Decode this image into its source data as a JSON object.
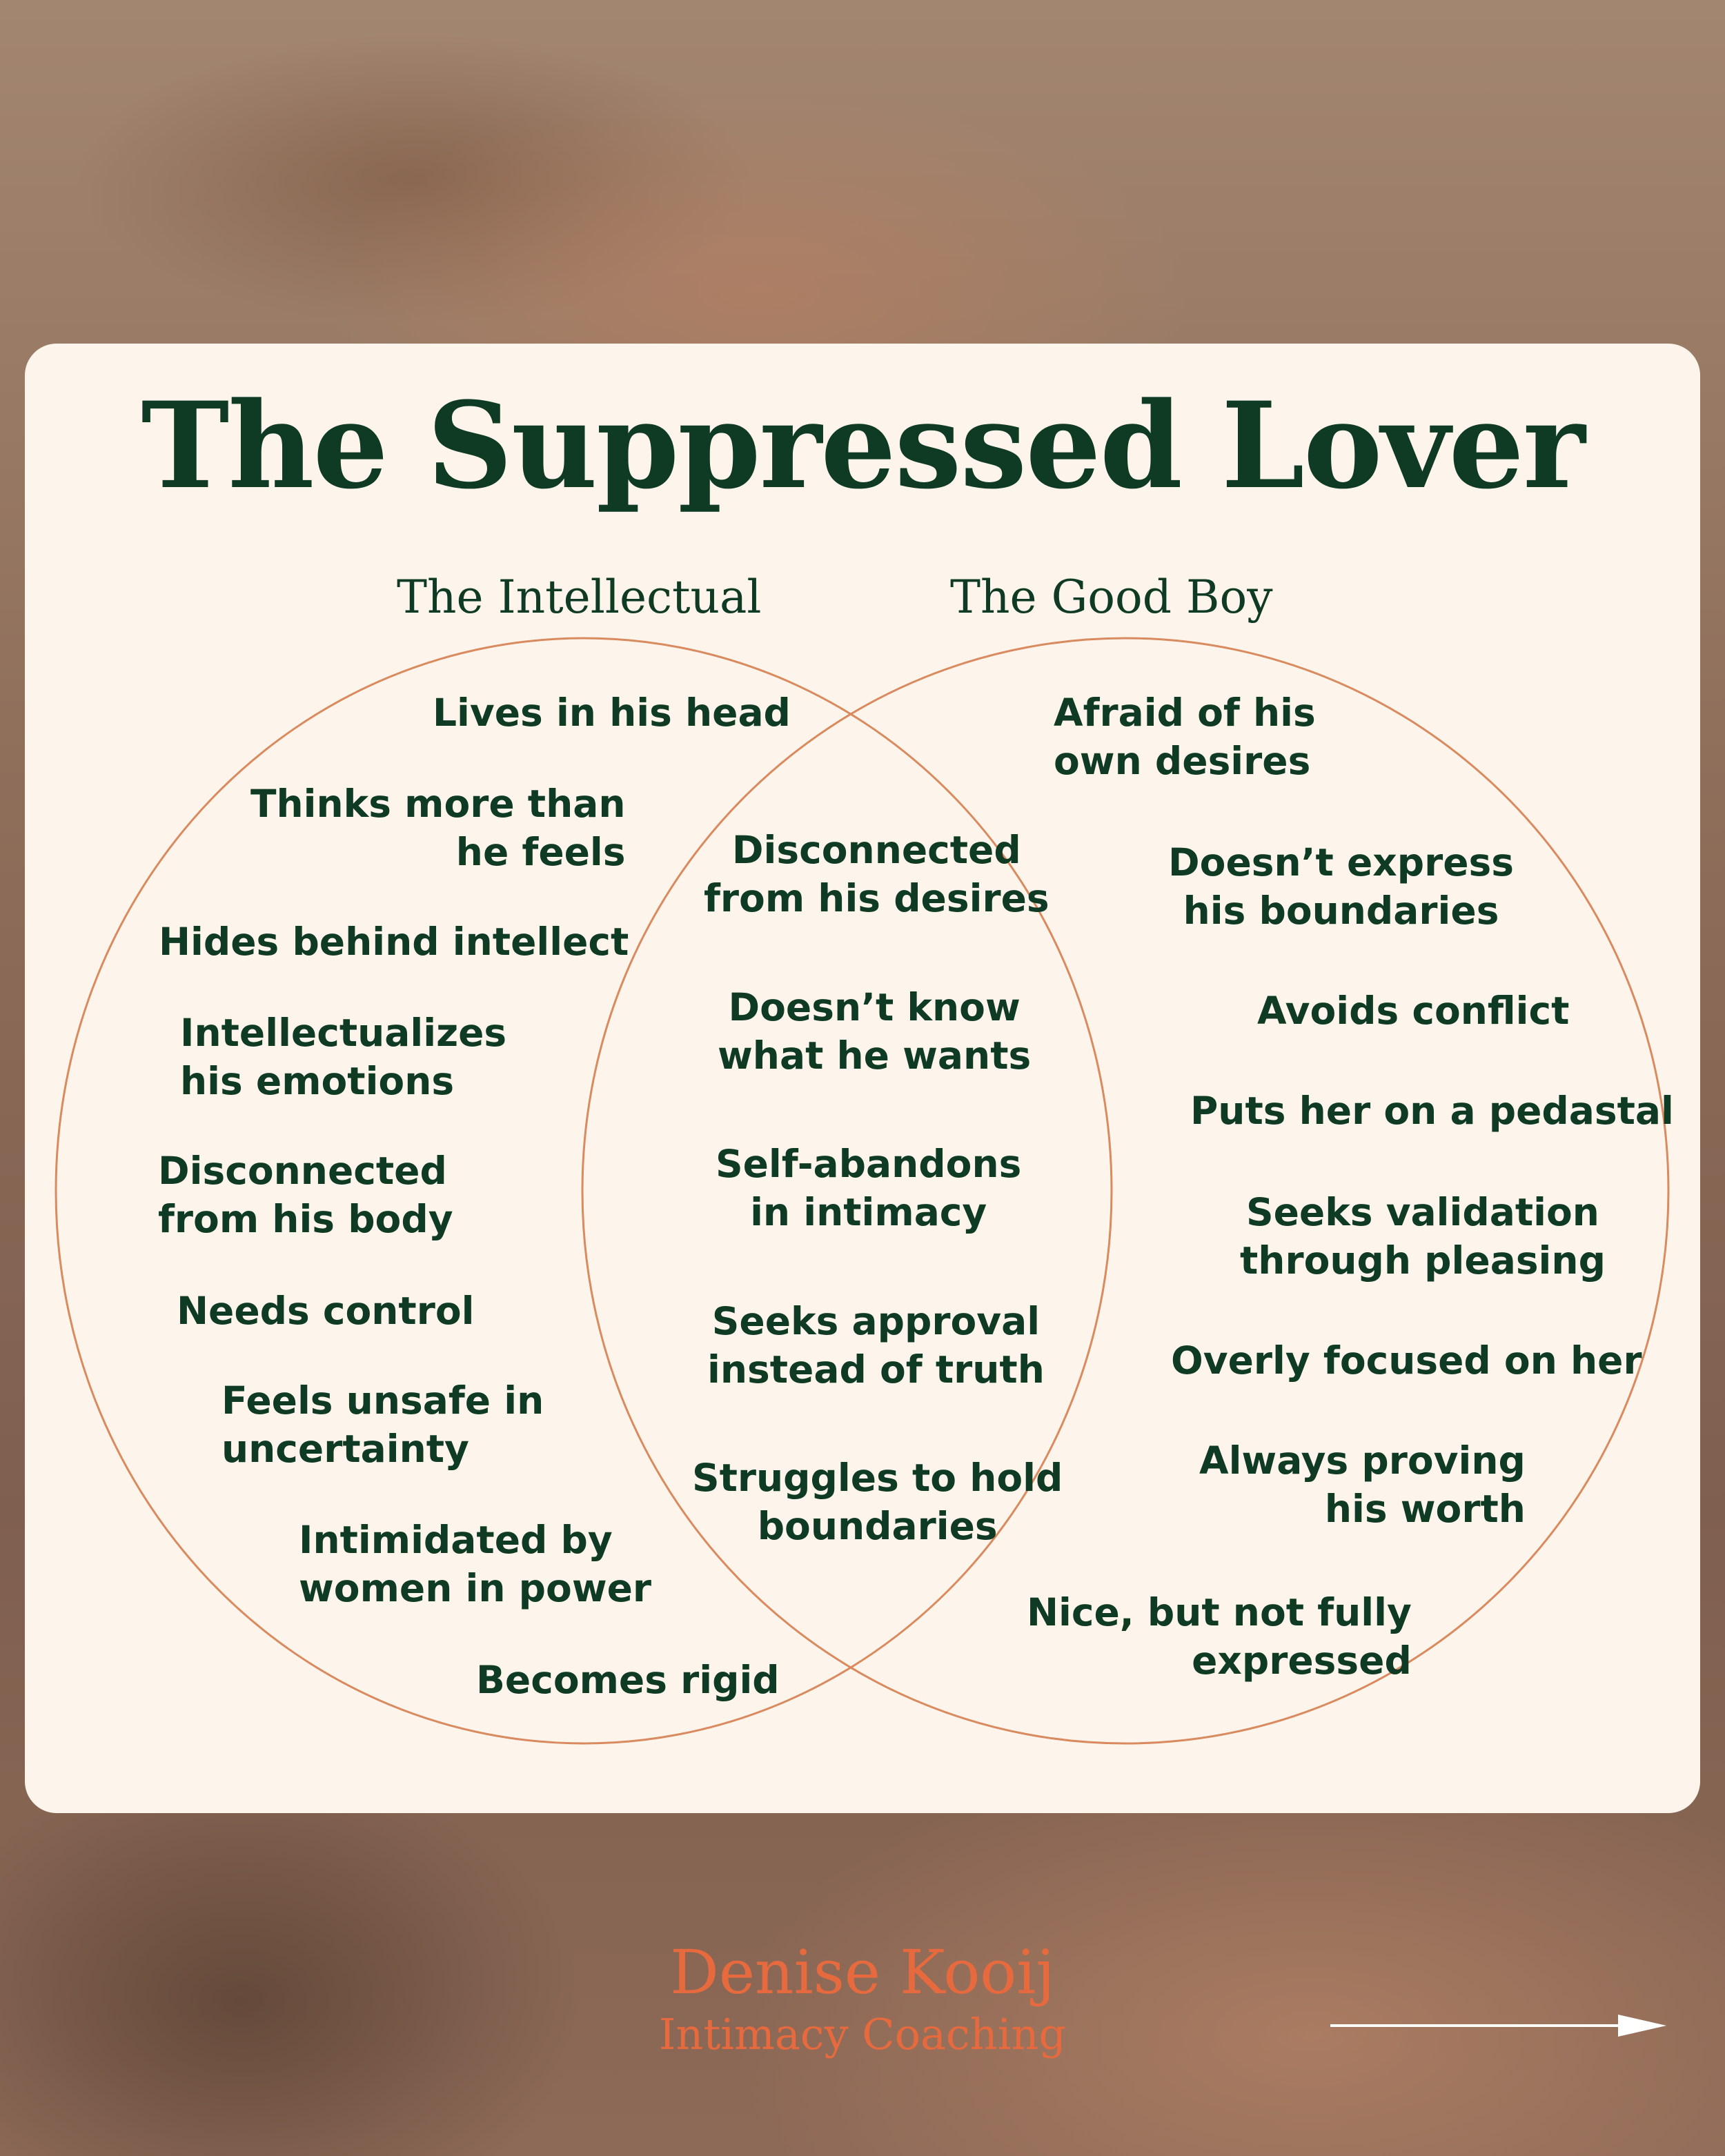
{
  "title": "The Suppressed Lover",
  "sets": {
    "left": {
      "title": "The Intellectual"
    },
    "right": {
      "title": "The Good Boy"
    }
  },
  "left_items": [
    "Lives in his head",
    "Thinks more than\nhe feels",
    "Hides behind intellect",
    "Intellectualizes\nhis emotions",
    "Disconnected\nfrom his body",
    "Needs control",
    "Feels unsafe in\nuncertainty",
    "Intimidated by\nwomen in power",
    "Becomes rigid"
  ],
  "center_items": [
    "Disconnected\nfrom his desires",
    "Doesn’t know\nwhat he wants",
    "Self-abandons\nin intimacy",
    "Seeks approval\ninstead of truth",
    "Struggles to hold\nboundaries"
  ],
  "right_items": [
    "Afraid of his\nown desires",
    "Doesn’t express\nhis boundaries",
    "Avoids conflict",
    "Puts her on a pedastal",
    "Seeks validation\nthrough pleasing",
    "Overly focused on her",
    "Always proving\nhis worth",
    "Nice, but not fully\nexpressed"
  ],
  "brand": {
    "name": "Denise Kooij",
    "subtitle": "Intimacy Coaching"
  },
  "colors": {
    "heading": "#0f3a24",
    "circle_stroke": "#d98a5e",
    "card": "#fdf5ec",
    "brand": "#e66a3e"
  },
  "icons": {
    "next": "arrow-right-icon"
  }
}
